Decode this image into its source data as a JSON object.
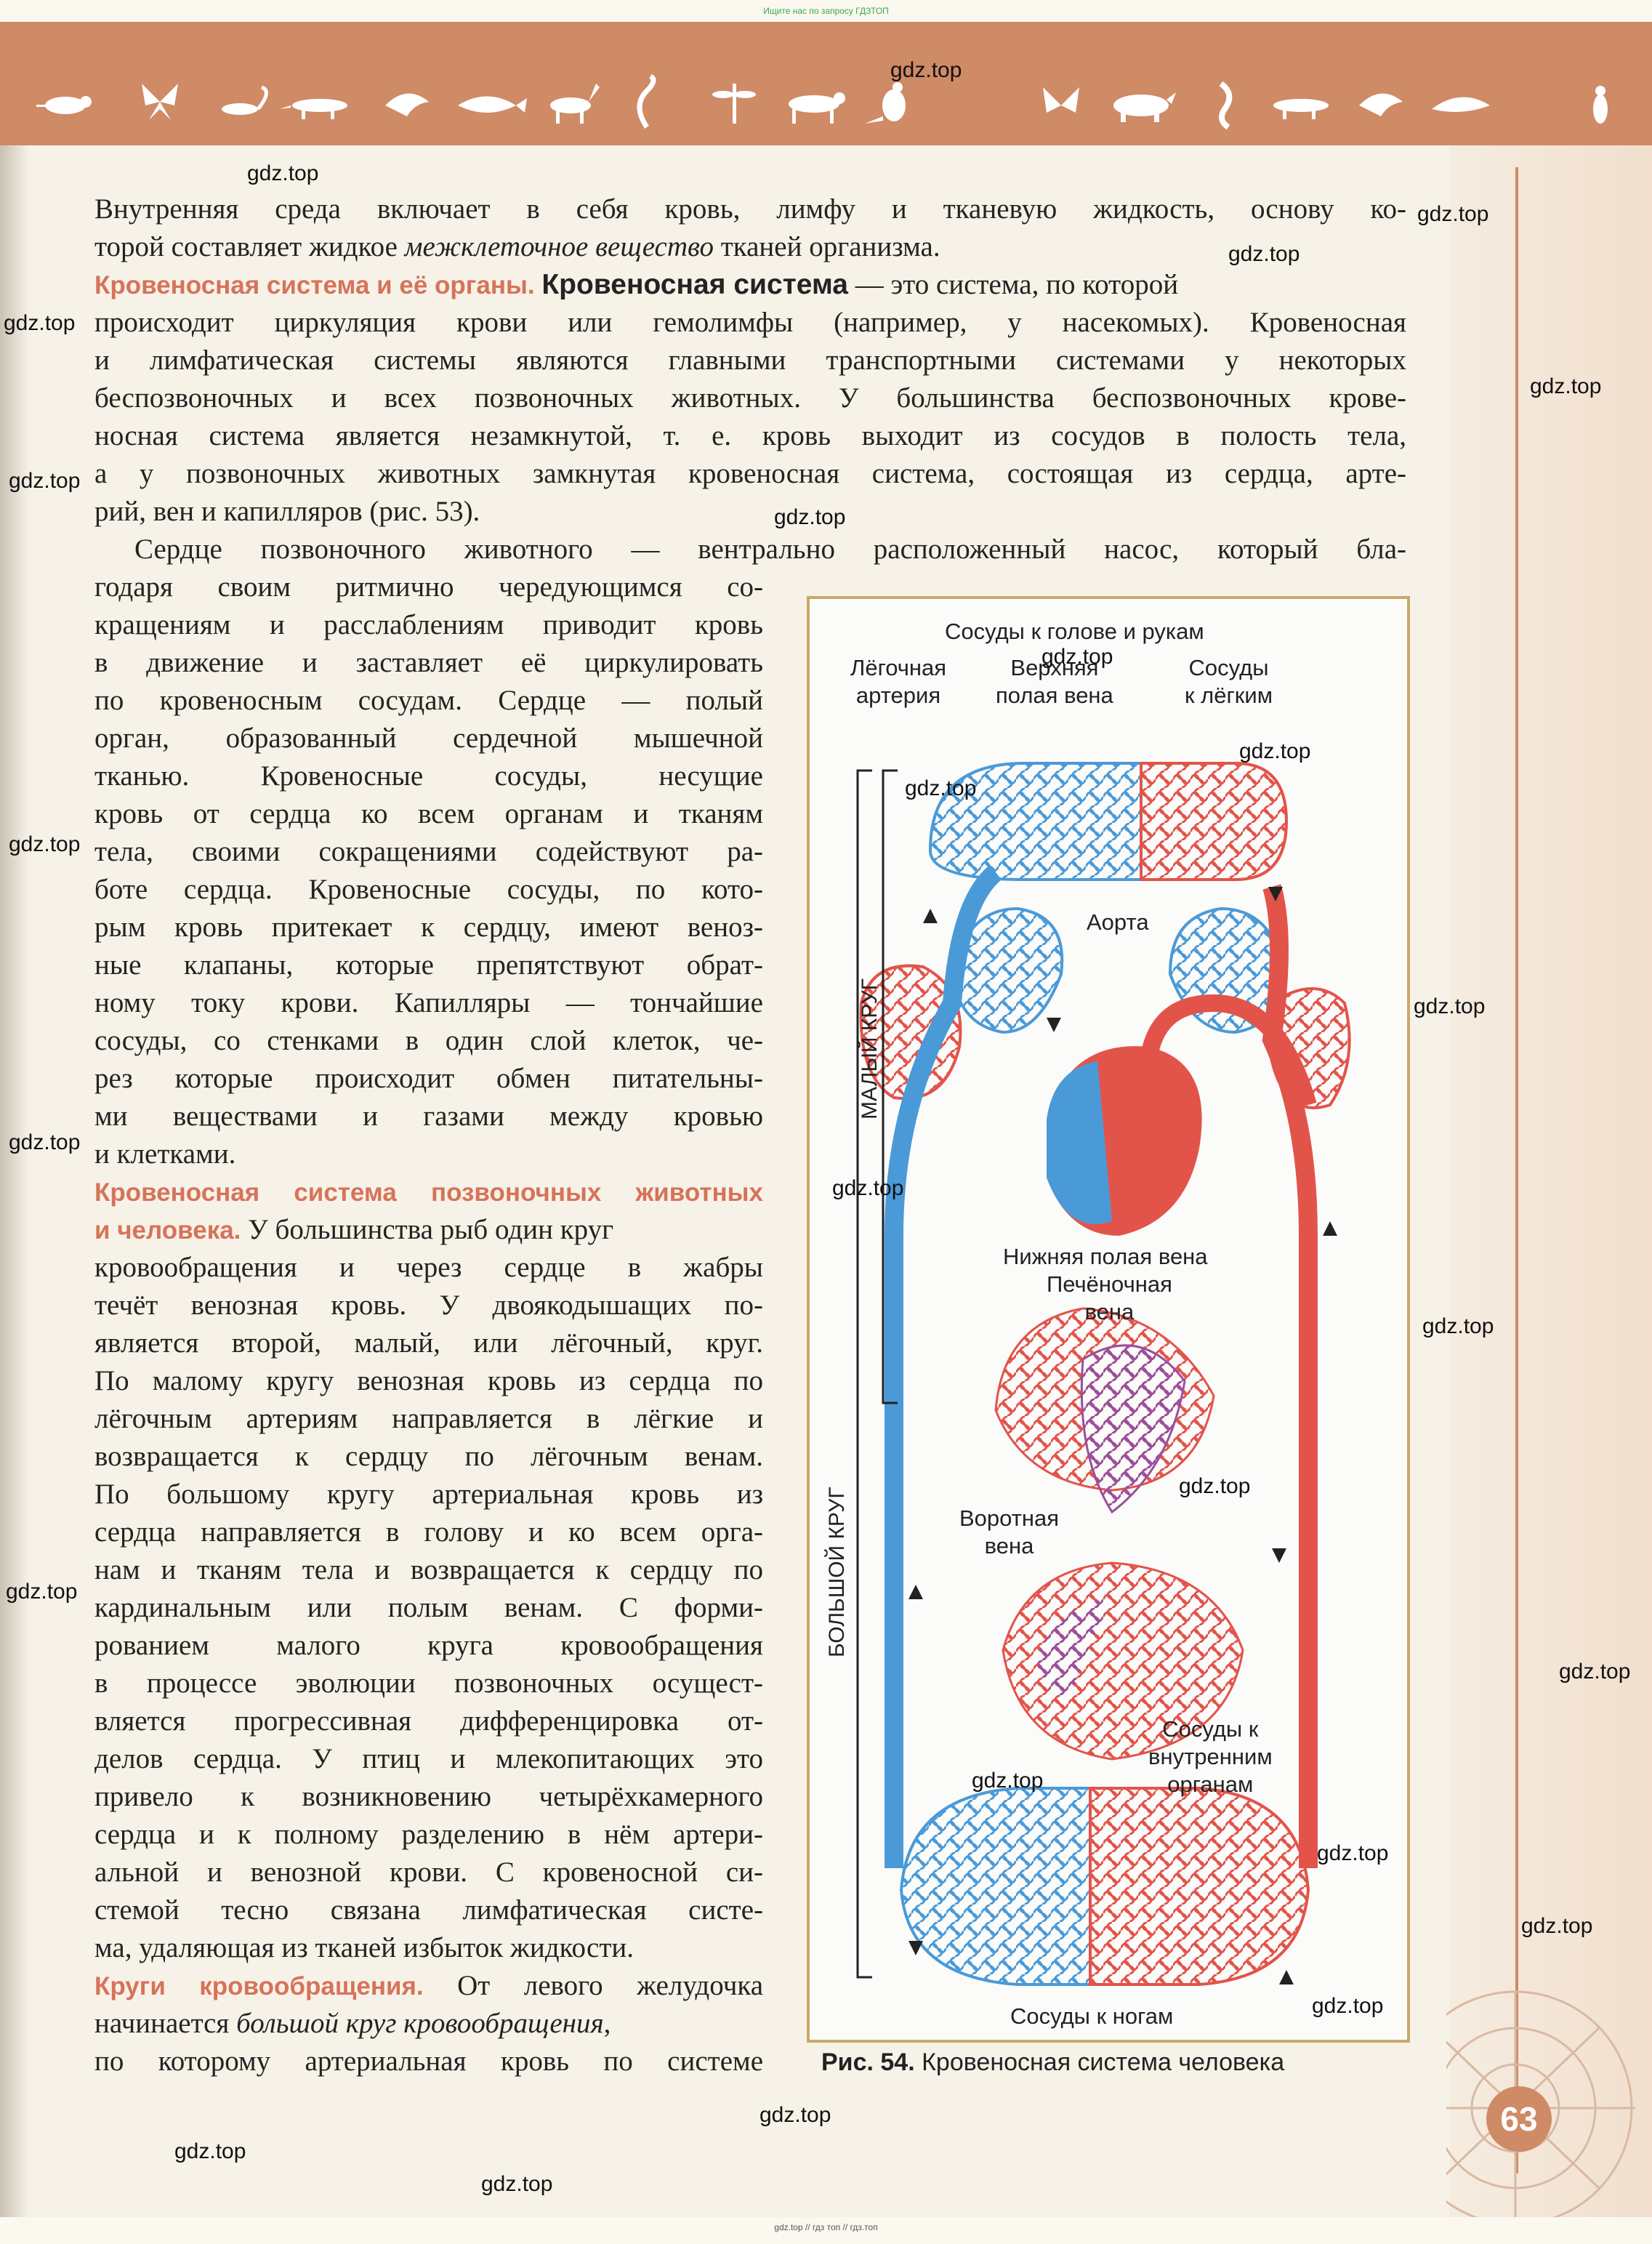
{
  "header": {
    "top_caption": "Ищите нас по запросу ГДЗТОП",
    "animal_icons": [
      "rat-icon",
      "butterfly-icon",
      "scorpion-icon",
      "lizard-icon",
      "bird-icon",
      "whale-icon",
      "deer-icon",
      "snake-icon",
      "dragonfly-icon",
      "wolf-icon",
      "kangaroo-icon",
      "moth-icon",
      "rhino-icon",
      "seahorse-icon",
      "lizard-icon",
      "bird-icon",
      "dolphin-icon",
      "mouse-icon",
      "penguin-icon"
    ],
    "band_color": "#cf8a66"
  },
  "page_number": "63",
  "bottom_caption": "gdz.top // гдз топ // гдз.топ",
  "watermark": "gdz.top",
  "text": {
    "p1_l1": "Внутренняя среда включает в себя кровь, лимфу и тканевую жидкость, основу ко-",
    "p1_l2_a": "торой составляет жидкое ",
    "p1_l2_em": "межклеточное вещество",
    "p1_l2_b": " тканей организма.",
    "s1_heading": "Кровеносная система и её органы.",
    "s1_term": "Кровеносная система",
    "s1_l1_rest": " — это система, по которой",
    "s1_l2": "происходит циркуляция крови или гемолимфы (например, у насекомых). Кровеносная",
    "s1_l3": "и лимфатическая системы являются главными транспортными системами у некоторых",
    "s1_l4": "беспозвоночных и всех позвоночных животных. У большинства беспозвоночных крове-",
    "s1_l5": "носная система является незамкнутой, т. е. кровь выходит из сосудов в полость тела,",
    "s1_l6": "а у позвоночных животных замкнутая кровеносная система, состоящая из сердца, арте-",
    "s1_l7": "рий, вен и капилляров (рис. 53).",
    "p2_l1": "Сердце позвоночного животного — вентрально расположенный насос, который бла-",
    "p2": [
      "годаря своим ритмично чередующимся со-",
      "кращениям и расслаблениям приводит кровь",
      "в движение и заставляет её циркулировать",
      "по кровеносным сосудам. Сердце — полый",
      "орган, образованный сердечной мышечной",
      "тканью. Кровеносные сосуды, несущие",
      "кровь от сердца ко всем органам и тканям",
      "тела, своими сокращениями содействуют ра-",
      "боте сердца. Кровеносные сосуды, по кото-",
      "рым кровь притекает к сердцу, имеют веноз-",
      "ные клапаны, которые препятствуют обрат-",
      "ному току крови. Капилляры — тончайшие",
      "сосуды, со стенками в один слой клеток, че-",
      "рез которые происходит обмен питательны-",
      "ми веществами и газами между кровью",
      "и клетками."
    ],
    "s2_heading_1": "Кровеносная система позвоночных животных",
    "s2_heading_2": "и человека.",
    "s2_l1_rest": " У большинства рыб один круг",
    "s2": [
      "кровообращения и через сердце в жабры",
      "течёт венозная кровь. У двоякодышащих по-",
      "является второй, малый, или лёгочный, круг.",
      "По малому кругу венозная кровь из сердца по",
      "лёгочным артериям направляется в лёгкие и",
      "возвращается к сердцу по лёгочным венам.",
      "По большому кругу артериальная кровь из",
      "сердца направляется в голову и ко всем орга-",
      "нам и тканям тела и возвращается к сердцу по",
      "кардинальным или полым венам. С форми-",
      "рованием малого круга кровообращения",
      "в процессе эволюции позвоночных осущест-",
      "вляется прогрессивная дифференцировка от-",
      "делов сердца. У птиц и млекопитающих это",
      "привело к возникновению четырёхкамерного",
      "сердца и к полному разделению в нём артери-",
      "альной и венозной крови. С кровеносной си-",
      "стемой тесно связана лимфатическая систе-",
      "ма, удаляющая из тканей избыток жидкости."
    ],
    "s3_heading": "Круги кровообращения.",
    "s3_l1_rest": " От левого желудочка",
    "s3_l2_a": "начинается ",
    "s3_l2_em": "большой круг кровообращения",
    "s3_l2_b": ",",
    "s3_l3": "по которому артериальная кровь по системе"
  },
  "figure": {
    "caption_label": "Рис. 54.",
    "caption_text": " Кровеносная система человека",
    "labels": {
      "head_arms": "Сосуды к голове и рукам",
      "pulm_artery": "Лёгочная\nартерия",
      "sup_vena": "Верхняя\nполая вена",
      "to_lungs": "Сосуды\nк лёгким",
      "aorta": "Аорта",
      "inf_vena": "Нижняя полая вена",
      "hepatic": "Печёночная\nвена",
      "portal": "Воротная\nвена",
      "internal": "Сосуды к\nвнутренним\nорганам",
      "legs": "Сосуды к ногам",
      "small_circle": "МАЛЫЙ КРУГ",
      "big_circle": "БОЛЬШОЙ КРУГ"
    },
    "colors": {
      "arterial": "#e2544a",
      "venous": "#4a9ad8",
      "portal": "#9b4f9c",
      "frame": "#c9a86a"
    }
  }
}
